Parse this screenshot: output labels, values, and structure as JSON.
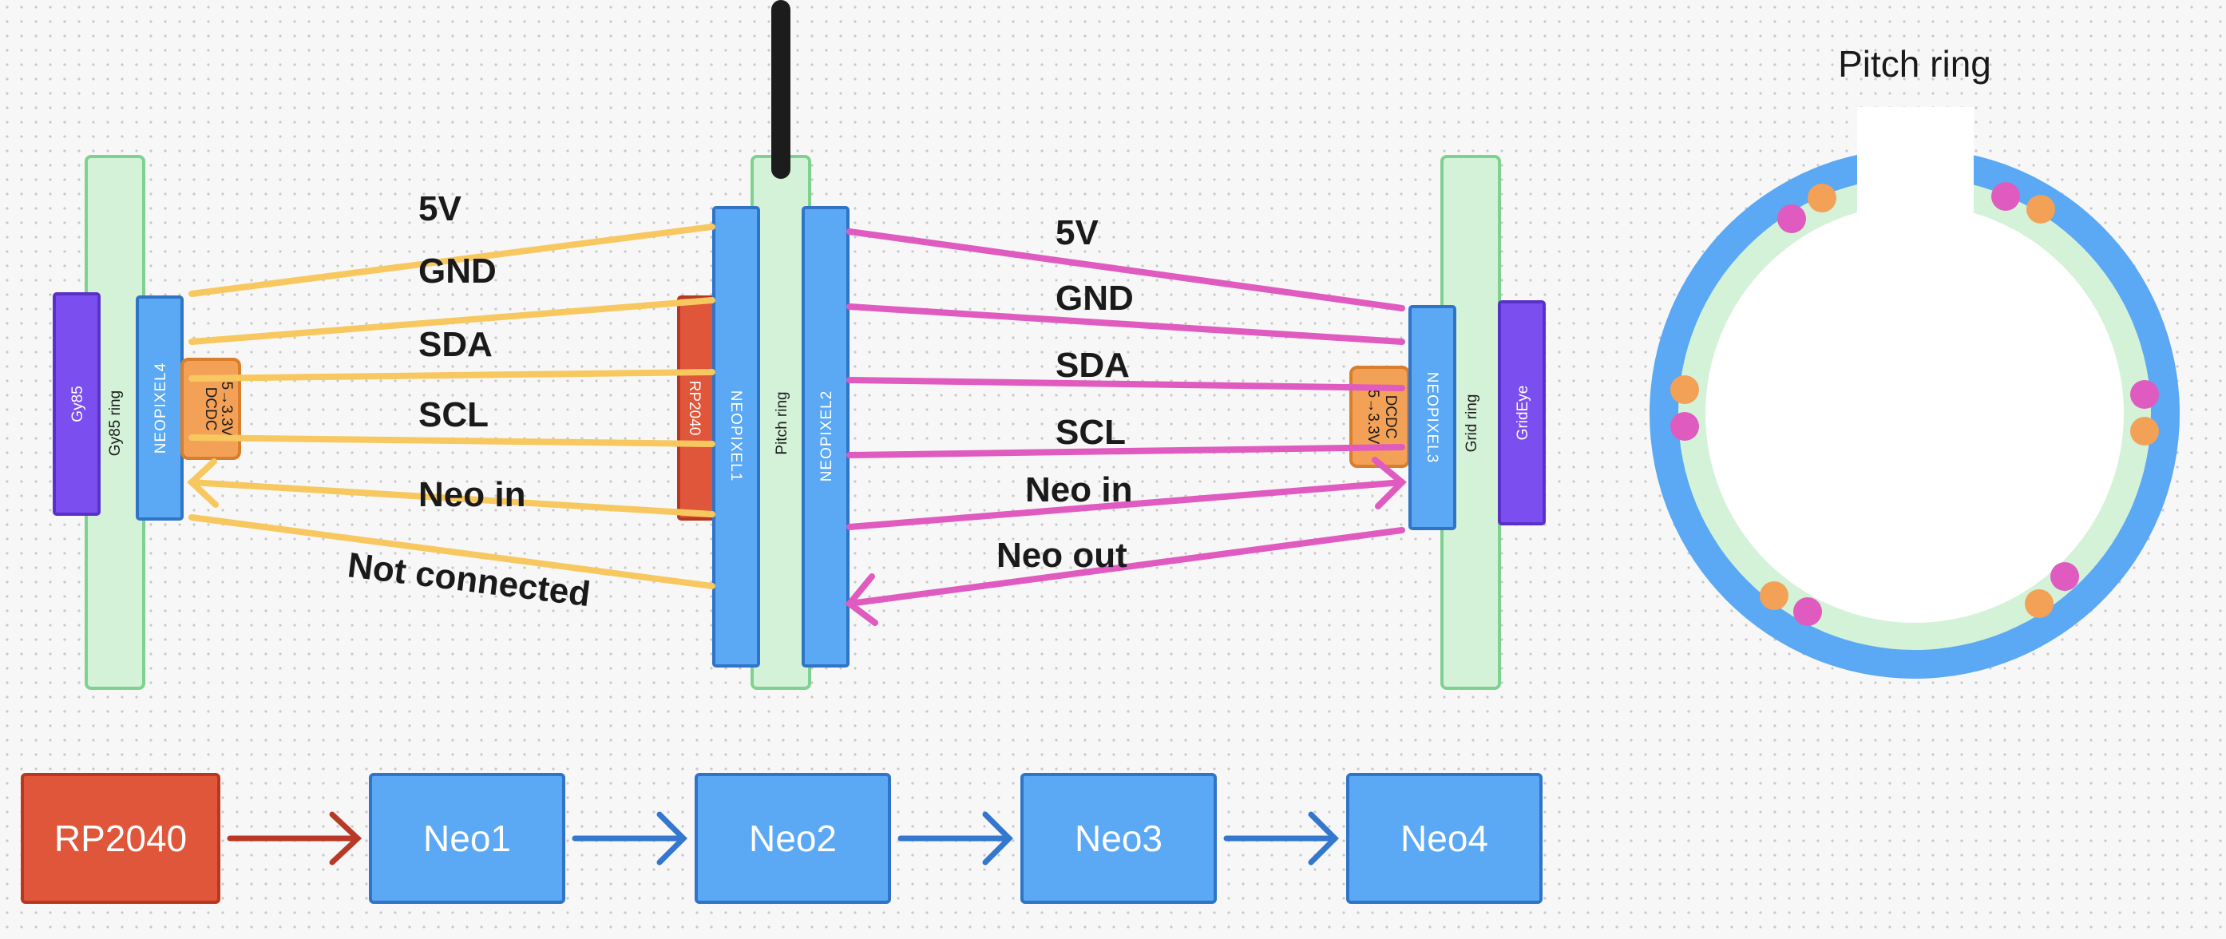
{
  "left_module": {
    "sensor": "Gy85",
    "ring": "Gy85 ring",
    "neopixel": "NEOPIXEL4",
    "dcdc_title": "DCDC",
    "dcdc_sub": "5→3.3V"
  },
  "center_module": {
    "mcu": "RP2040",
    "neopixel1": "NEOPIXEL1",
    "ring": "Pitch ring",
    "neopixel2": "NEOPIXEL2"
  },
  "right_module": {
    "dcdc_title": "DCDC",
    "dcdc_sub": "5→3.3V",
    "neopixel": "NEOPIXEL3",
    "ring": "Grid ring",
    "sensor": "GridEye"
  },
  "left_wires": {
    "v5": "5V",
    "gnd": "GND",
    "sda": "SDA",
    "scl": "SCL",
    "neo_in": "Neo in",
    "not_connected": "Not connected",
    "color": "#f8c860"
  },
  "right_wires": {
    "v5": "5V",
    "gnd": "GND",
    "sda": "SDA",
    "scl": "SCL",
    "neo_in": "Neo in",
    "neo_out": "Neo out",
    "color": "#e05bbf"
  },
  "pitch_ring_view": {
    "title": "Pitch ring"
  },
  "chain": {
    "nodes": [
      "RP2040",
      "Neo1",
      "Neo2",
      "Neo3",
      "Neo4"
    ]
  },
  "colors": {
    "ring_fill": "#d4f2d8",
    "ring_stroke": "#7fd190",
    "neopixel": "#5ba8f5",
    "neopixel_stroke": "#2f74c6",
    "sensor": "#7b4ef0",
    "sensor_stroke": "#5a31c8",
    "mcu": "#e0563a",
    "mcu_stroke": "#b8381f",
    "dcdc": "#f3a157",
    "dcdc_stroke": "#d87e2c",
    "dot_orange": "#f3a157",
    "dot_pink": "#e05bbf",
    "chain_arrow_red": "#b83a26",
    "chain_arrow_blue": "#3477cf"
  }
}
